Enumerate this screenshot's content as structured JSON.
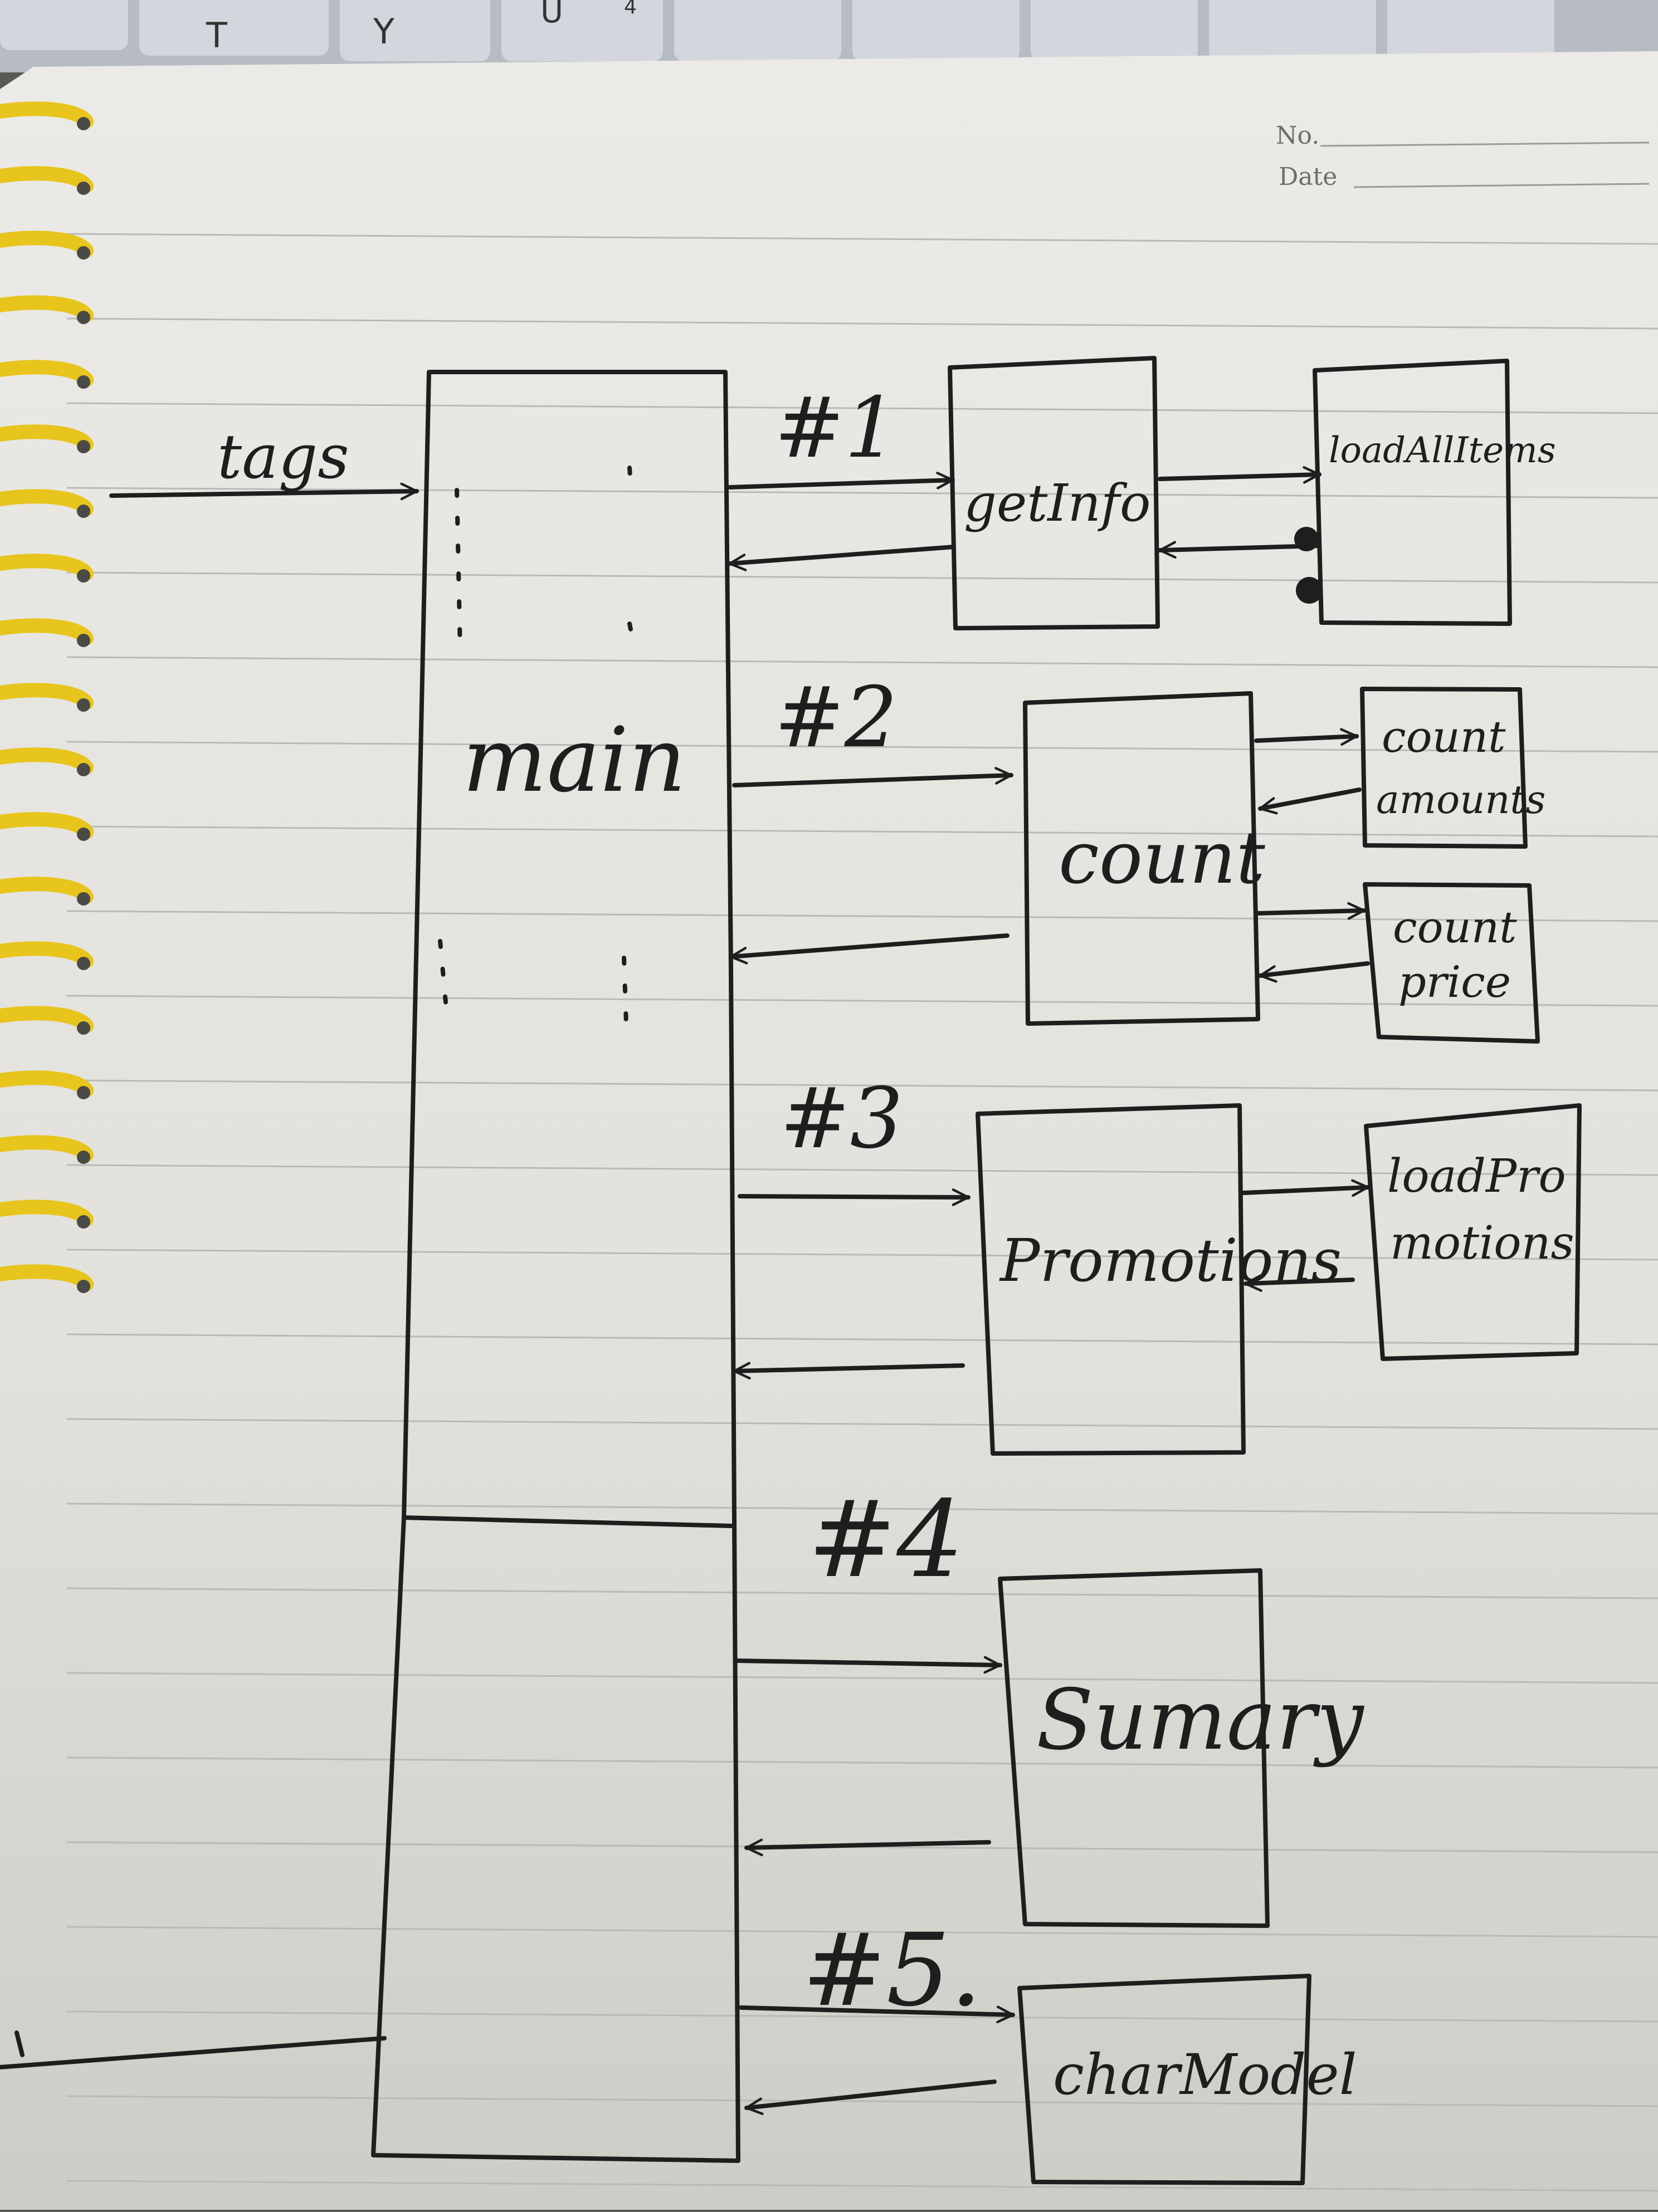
{
  "header": {
    "no_label": "No.",
    "date_label": "Date"
  },
  "keyboard": {
    "keys": [
      "T",
      "Y",
      "U",
      "4"
    ]
  },
  "input_label": "tags",
  "main_label": "main",
  "steps": [
    {
      "label": "#1",
      "function": "getInfo"
    },
    {
      "label": "#2",
      "function": "count"
    },
    {
      "label": "#3",
      "function": "Promotions"
    },
    {
      "label": "#4",
      "function": "Sumary"
    },
    {
      "label": "#5.",
      "function": "charModel"
    }
  ],
  "subfunctions": [
    {
      "name": "loadAllItems"
    },
    {
      "name_line1": "count",
      "name_line2": "amounts"
    },
    {
      "name_line1": "count",
      "name_line2": "price"
    },
    {
      "name_line1": "loadPro",
      "name_line2": "motions"
    }
  ],
  "colors": {
    "ink": "#1e1e1e",
    "paper": "#e6e5e0",
    "ruling": "#b9bab6",
    "spiral": "#e7c51c",
    "keyboard": "#c9cdd4"
  }
}
